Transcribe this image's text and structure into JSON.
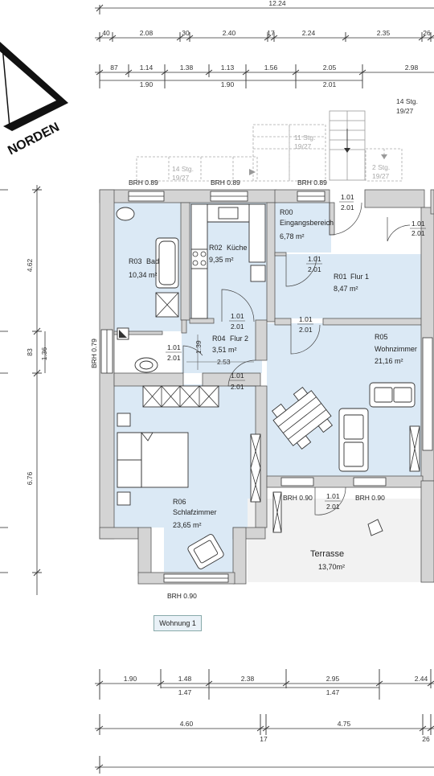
{
  "compass": {
    "label": "NORDEN"
  },
  "top_dims": {
    "overall": "12.24",
    "row1": [
      "40",
      "2.08",
      "30",
      "2.40",
      "17",
      "2.24",
      "2.35",
      "26"
    ],
    "row2": [
      "87",
      "1.14",
      "1.38",
      "1.13",
      "1.56",
      "2.05",
      "2.98"
    ],
    "row3": [
      "1.90",
      "1.90",
      "2.01"
    ]
  },
  "stairs": {
    "main": "14 Stg.",
    "main_ratio": "19/27",
    "mid": "11 Stg.",
    "mid_ratio": "19/27",
    "small": "2 Stg.",
    "small_ratio": "19/27",
    "left": "14 Stg.",
    "left_ratio": "19/27"
  },
  "windows": {
    "w1": "BRH 0.89",
    "w2": "BRH 0.89",
    "w3": "BRH 0.89",
    "w4": "BRH 0.79",
    "w5": "BRH 0.90",
    "w6": "BRH 0.90",
    "w7": "BRH 0.90"
  },
  "doors": {
    "d_width": "1.01",
    "d_height": "2.01"
  },
  "rooms": {
    "r00": {
      "code": "R00",
      "name": "Eingangsbereich",
      "area": "6,78 m²"
    },
    "r01": {
      "code": "R01",
      "name": "Flur 1",
      "area": "8,47 m²"
    },
    "r02": {
      "code": "R02",
      "name": "Küche",
      "area": "9,35 m²"
    },
    "r03": {
      "code": "R03",
      "name": "Bad",
      "area": "10,34 m²"
    },
    "r04": {
      "code": "R04",
      "name": "Flur 2",
      "area": "3,51 m²",
      "extra": "2.53"
    },
    "r05": {
      "code": "R05",
      "name": "Wohnzimmer",
      "area": "21,16 m²"
    },
    "r06": {
      "code": "R06",
      "name": "Schlafzimmer",
      "area": "23,65 m²"
    },
    "terrace": {
      "name": "Terrasse",
      "area": "13,70m²"
    }
  },
  "left_dims": [
    "4.62",
    "83",
    "1.36",
    "6.76"
  ],
  "inner_dim": "1.39",
  "unit": {
    "label": "Wohnung 1"
  },
  "bottom_dims": {
    "row1": [
      "1.90",
      "1.48",
      "2.38",
      "2.95",
      "2.44"
    ],
    "row2": [
      "1.47",
      "1.47"
    ],
    "row3": [
      "4.60",
      "4.75"
    ],
    "row3_small": [
      "17",
      "26"
    ]
  }
}
